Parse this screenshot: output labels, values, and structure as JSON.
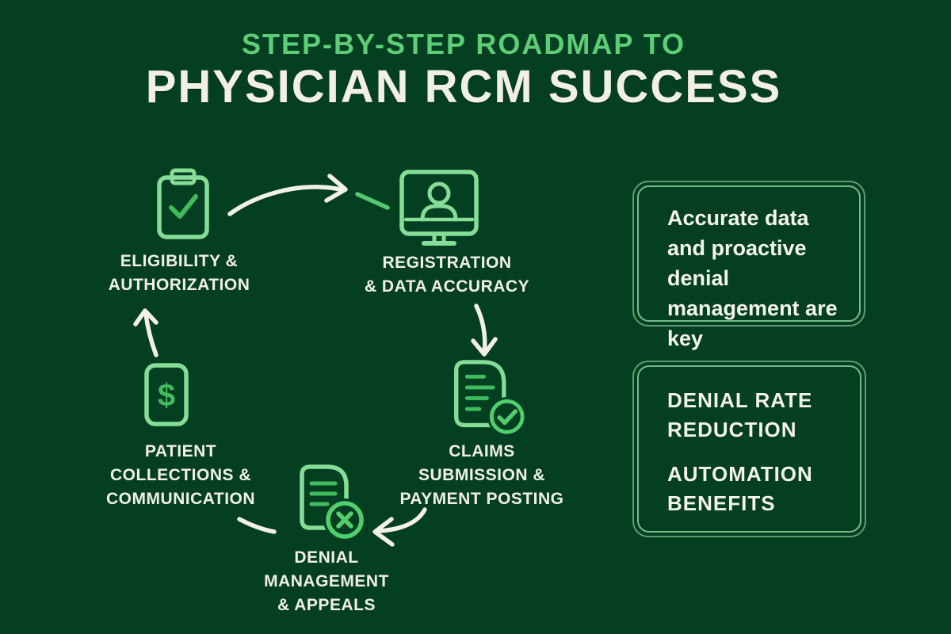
{
  "colors": {
    "background": "#043f21",
    "title_accent_green": "#5ecd78",
    "cream_text": "#f2f0e4",
    "icon_light_green": "#85dd97",
    "icon_medium_green": "#3fbc5e",
    "icon_bright_green": "#4fd06d",
    "arrow_cream": "#f3f1e7",
    "accent_dash_green": "#53c871",
    "box_border_green": "#74bd8b"
  },
  "title": {
    "kicker": "STEP-BY-STEP ROADMAP TO",
    "main": "PHYSICIAN RCM SUCCESS"
  },
  "steps": [
    {
      "name": "eligibility-authorization",
      "icon": "clipboard-check-icon",
      "lines": [
        "ELIGIBILITY &",
        "AUTHORIZATION"
      ]
    },
    {
      "name": "registration-data-accuracy",
      "icon": "monitor-user-icon",
      "lines": [
        "REGISTRATION",
        "& DATA ACCURACY"
      ]
    },
    {
      "name": "claims-submission-payment-posting",
      "icon": "document-check-icon",
      "lines": [
        "CLAIMS",
        "SUBMISSION &",
        "PAYMENT POSTING"
      ]
    },
    {
      "name": "denial-management-appeals",
      "icon": "document-x-icon",
      "lines": [
        "DENIAL",
        "MANAGEMENT",
        "& APPEALS"
      ]
    },
    {
      "name": "patient-collections-communication",
      "icon": "dollar-card-icon",
      "lines": [
        "PATIENT",
        "COLLECTIONS &",
        "COMMUNICATION"
      ]
    }
  ],
  "callouts": [
    {
      "text": "Accurate data and proactive denial management are key"
    },
    {
      "lines": [
        "DENIAL RATE",
        "REDUCTION",
        "AUTOMATION",
        "BENEFITS"
      ]
    }
  ]
}
